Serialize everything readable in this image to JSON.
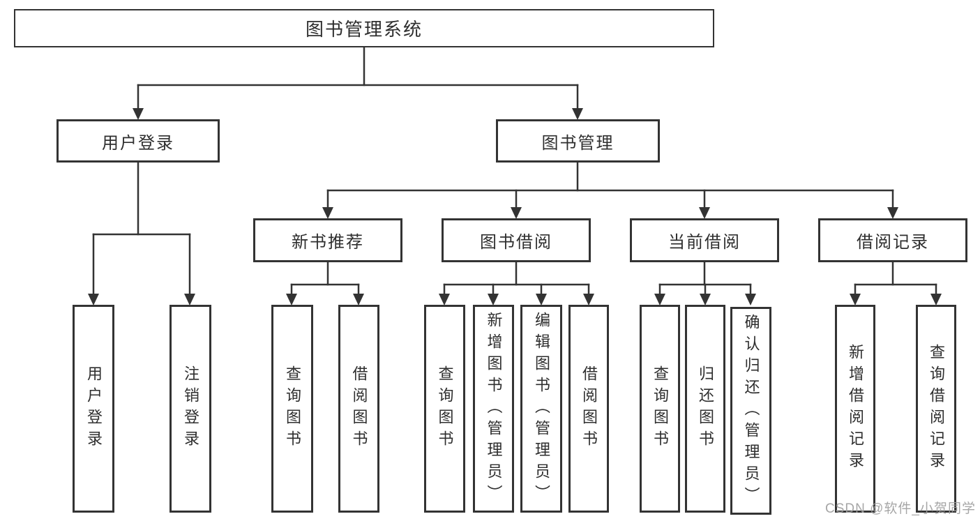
{
  "tree": {
    "root": {
      "label": "图书管理系统"
    },
    "branches": [
      {
        "label": "用户登录",
        "children": [
          {
            "label": "用户登录"
          },
          {
            "label": "注销登录"
          }
        ]
      },
      {
        "label": "图书管理",
        "sections": [
          {
            "label": "新书推荐",
            "children": [
              {
                "label": "查询图书"
              },
              {
                "label": "借阅图书"
              }
            ]
          },
          {
            "label": "图书借阅",
            "children": [
              {
                "label": "查询图书"
              },
              {
                "label": "新增图书（管理员）"
              },
              {
                "label": "编辑图书（管理员）"
              },
              {
                "label": "借阅图书"
              }
            ]
          },
          {
            "label": "当前借阅",
            "children": [
              {
                "label": "查询图书"
              },
              {
                "label": "归还图书"
              },
              {
                "label": "确认归还（管理员）"
              }
            ]
          },
          {
            "label": "借阅记录",
            "children": [
              {
                "label": "新增借阅记录"
              },
              {
                "label": "查询借阅记录"
              }
            ]
          }
        ]
      }
    ]
  },
  "colors": {
    "line": "#333333",
    "text": "#2e2e2e",
    "watermark": "#9e9e9e"
  },
  "watermark": {
    "text": "CSDN @软件_小贺同学"
  }
}
